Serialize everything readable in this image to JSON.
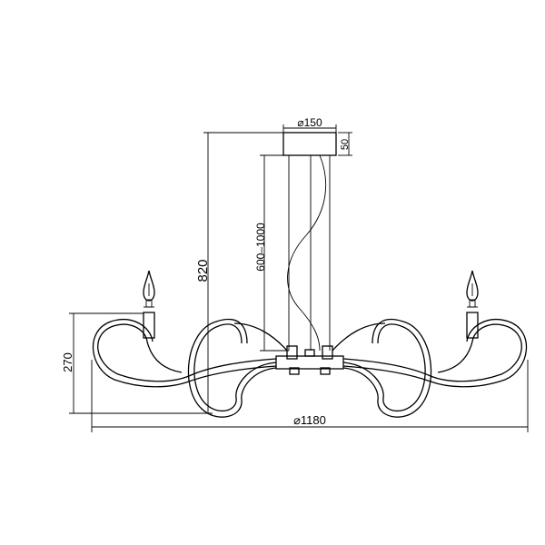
{
  "dimensions": {
    "canopy_diameter": "⌀150",
    "canopy_height": "50",
    "total_height": "820",
    "adjustable_length": "600–1000",
    "body_height": "270",
    "overall_diameter": "⌀1180"
  }
}
